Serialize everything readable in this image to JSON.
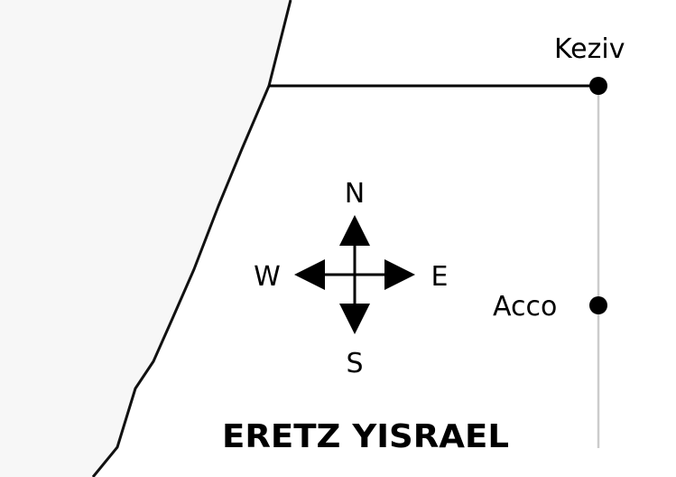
{
  "map": {
    "region_label": "ERETZ YISRAEL",
    "places": {
      "keziv": "Keziv",
      "acco": "Acco"
    },
    "compass": {
      "north": "N",
      "south": "S",
      "east": "E",
      "west": "W"
    },
    "colors": {
      "sea": "#f7f7f7",
      "coastline": "#111111",
      "route_line": "#000000",
      "secondary_line": "#cccccc",
      "text": "#000000",
      "background": "#ffffff"
    }
  }
}
